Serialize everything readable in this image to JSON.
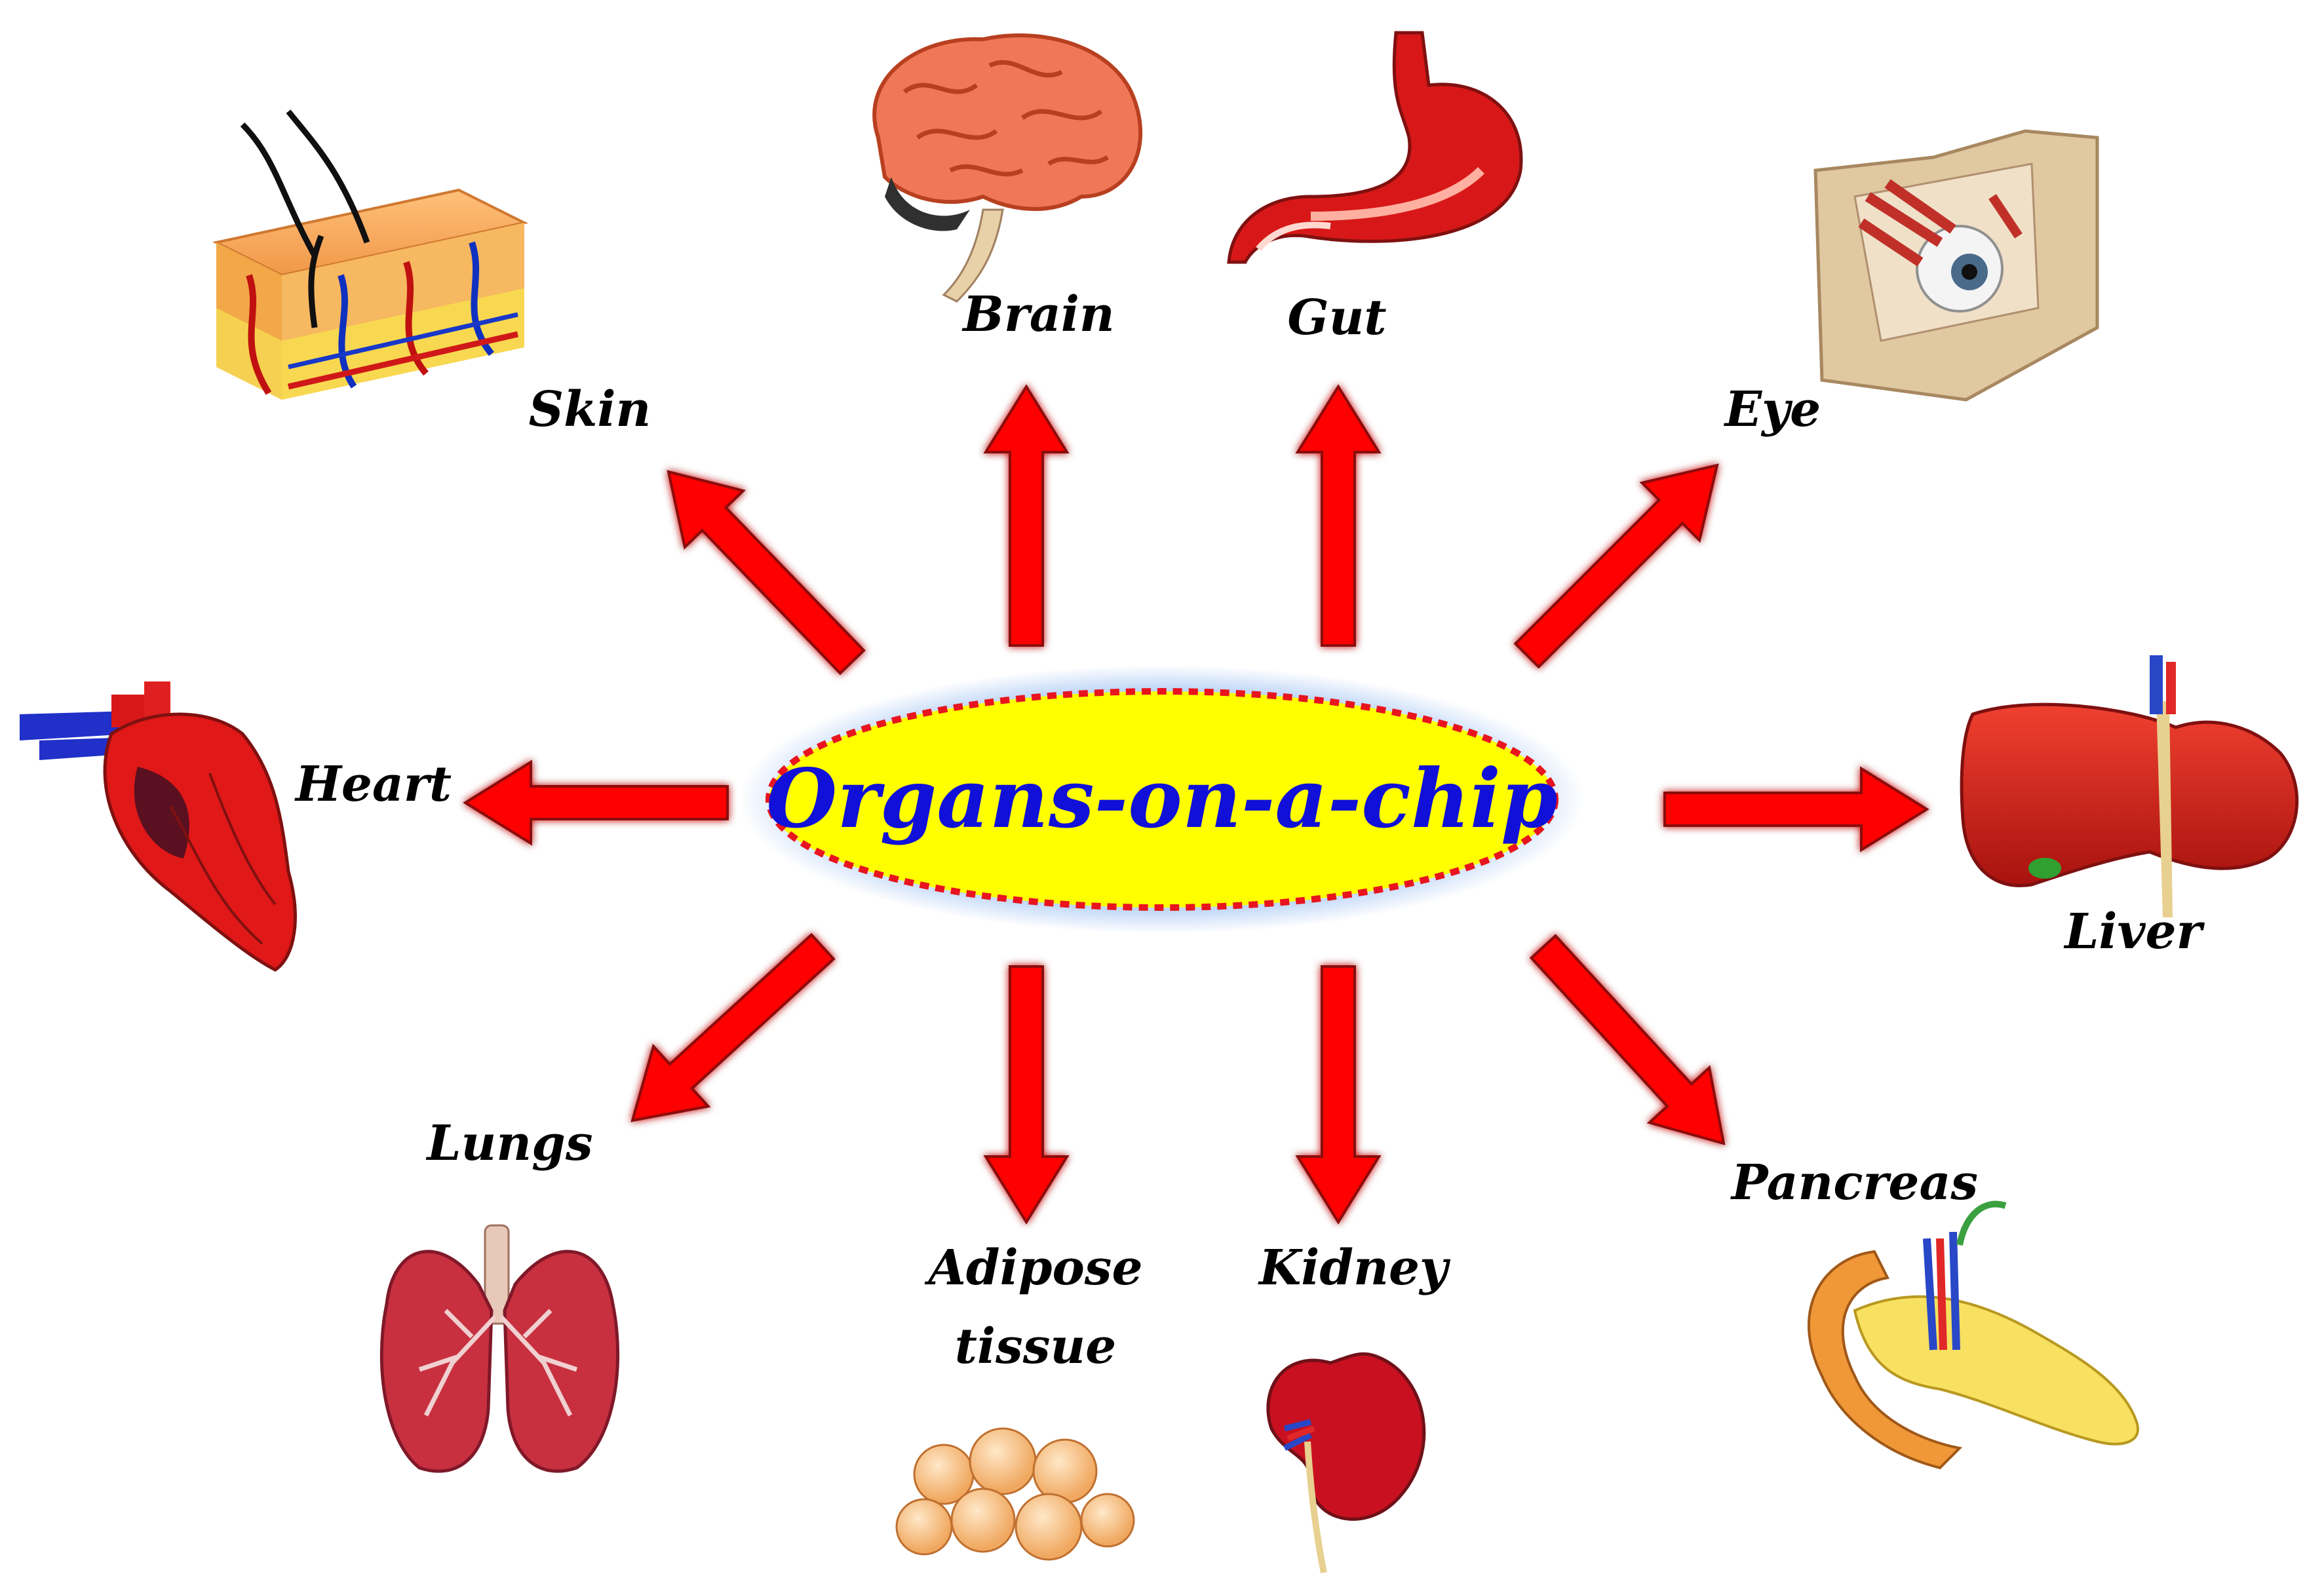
{
  "center": {
    "title": "Organs-on-a-chip",
    "text_color": "#1010d8",
    "fill_color": "#ffff00",
    "border_color": "#e8141e",
    "glow_color": "#8ab4f0"
  },
  "arrow_color": "#ff0000",
  "organs": [
    {
      "id": "skin",
      "label": "Skin",
      "icon": "skin-icon"
    },
    {
      "id": "brain",
      "label": "Brain",
      "icon": "brain-icon"
    },
    {
      "id": "gut",
      "label": "Gut",
      "icon": "gut-icon"
    },
    {
      "id": "eye",
      "label": "Eye",
      "icon": "eye-icon"
    },
    {
      "id": "heart",
      "label": "Heart",
      "icon": "heart-icon"
    },
    {
      "id": "liver",
      "label": "Liver",
      "icon": "liver-icon"
    },
    {
      "id": "lungs",
      "label": "Lungs",
      "icon": "lungs-icon"
    },
    {
      "id": "adipose",
      "label": "Adipose",
      "label2": "tissue",
      "icon": "adipose-tissue-icon"
    },
    {
      "id": "kidney",
      "label": "Kidney",
      "icon": "kidney-icon"
    },
    {
      "id": "pancreas",
      "label": "Pancreas",
      "icon": "pancreas-icon"
    }
  ]
}
